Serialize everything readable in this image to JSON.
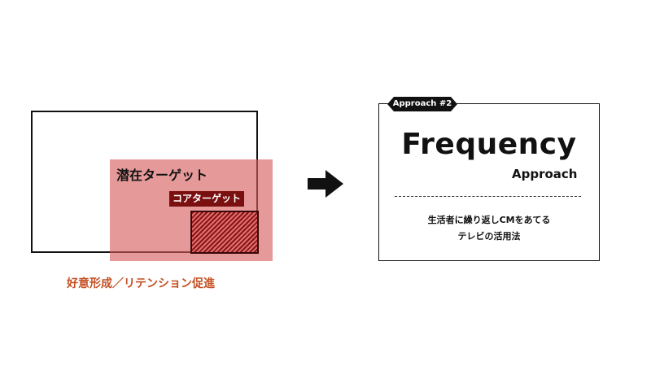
{
  "left_diagram": {
    "potential_target_label": "潜在ターゲット",
    "core_target_label": "コアターゲット",
    "caption": "好意形成／リテンション促進"
  },
  "card": {
    "badge": "Approach #2",
    "title": "Frequency",
    "subtitle": "Approach",
    "description_line1": "生活者に繰り返しCMをあてる",
    "description_line2": "テレビの活用法"
  },
  "colors": {
    "potential_fill": "#d65a5a",
    "core_fill": "#7a0f0f",
    "caption_text": "#c45024",
    "badge_fill": "#111111"
  },
  "icons": {
    "arrow": "arrow-right-icon"
  }
}
